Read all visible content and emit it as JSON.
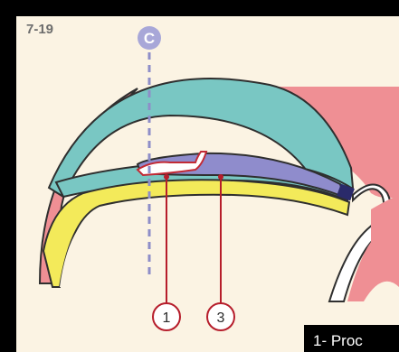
{
  "figure": {
    "label": "7-19",
    "section_marker": "C",
    "callouts": [
      "1",
      "3"
    ]
  },
  "caption": {
    "text": "1- Proc"
  },
  "colors": {
    "background": "#fbf3e3",
    "frame": "#000000",
    "ectoderm": "#79c7c3",
    "pink_tissue": "#ef8f94",
    "endoderm": "#f3ea5a",
    "notochordal_process": "#8f8ccc",
    "callout_line": "#b61d2b",
    "section_marker": "#a8a7d8",
    "dashed_line": "#8e8ec8"
  }
}
